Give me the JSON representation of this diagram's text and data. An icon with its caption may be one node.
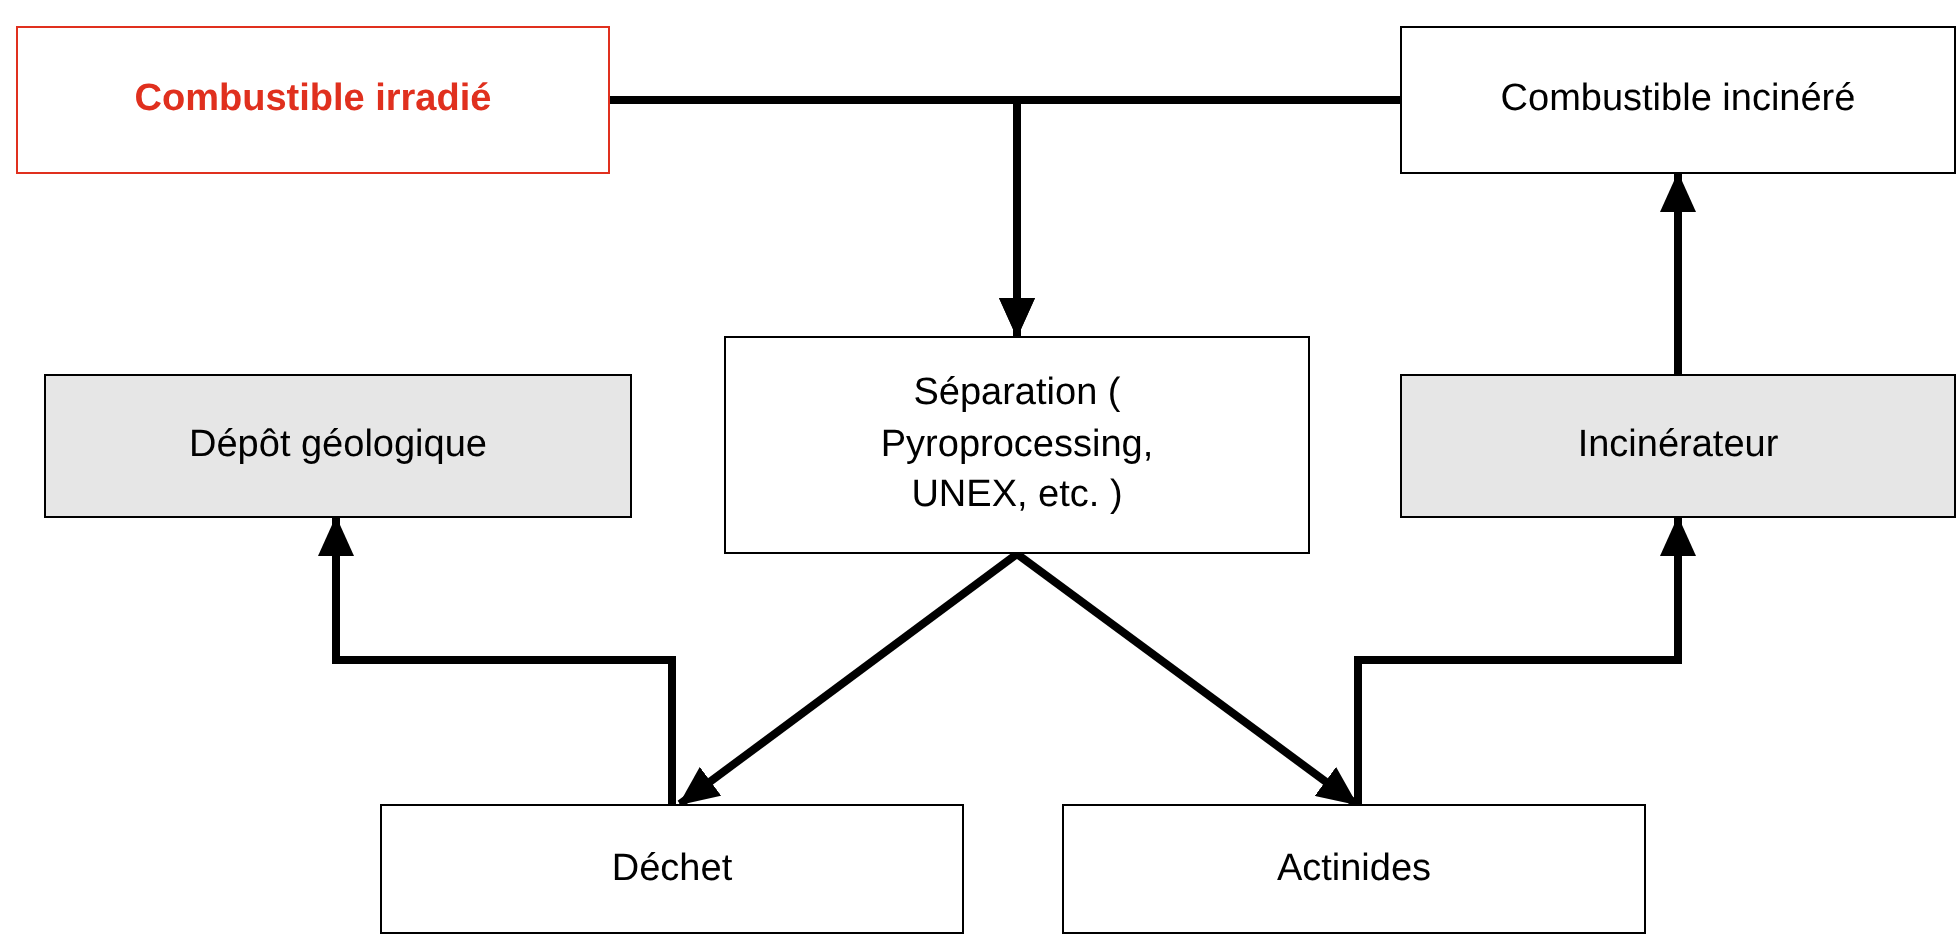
{
  "diagram": {
    "nodes": [
      {
        "text": [
          "Combustible irradié"
        ]
      },
      {
        "text": [
          "Combustible incinéré"
        ]
      },
      {
        "text": [
          "Séparation ( Pyroprocessing, UNEX, etc. )"
        ]
      },
      {
        "text": [
          "Dépôt géologique"
        ]
      },
      {
        "text": [
          "Incinérateur"
        ]
      },
      {
        "text": [
          "Déchet"
        ]
      },
      {
        "text": [
          "Actinides"
        ]
      }
    ],
    "edges": [
      {
        "from": 0,
        "to": 2,
        "arrow": "to"
      },
      {
        "from": 1,
        "to": 2,
        "arrow": "to"
      },
      {
        "from": 2,
        "to": 5,
        "arrow": "to"
      },
      {
        "from": 2,
        "to": 6,
        "arrow": "to"
      },
      {
        "from": 5,
        "to": 3,
        "arrow": "to"
      },
      {
        "from": 6,
        "to": 4,
        "arrow": "to"
      },
      {
        "from": 4,
        "to": 1,
        "arrow": "to"
      }
    ]
  }
}
